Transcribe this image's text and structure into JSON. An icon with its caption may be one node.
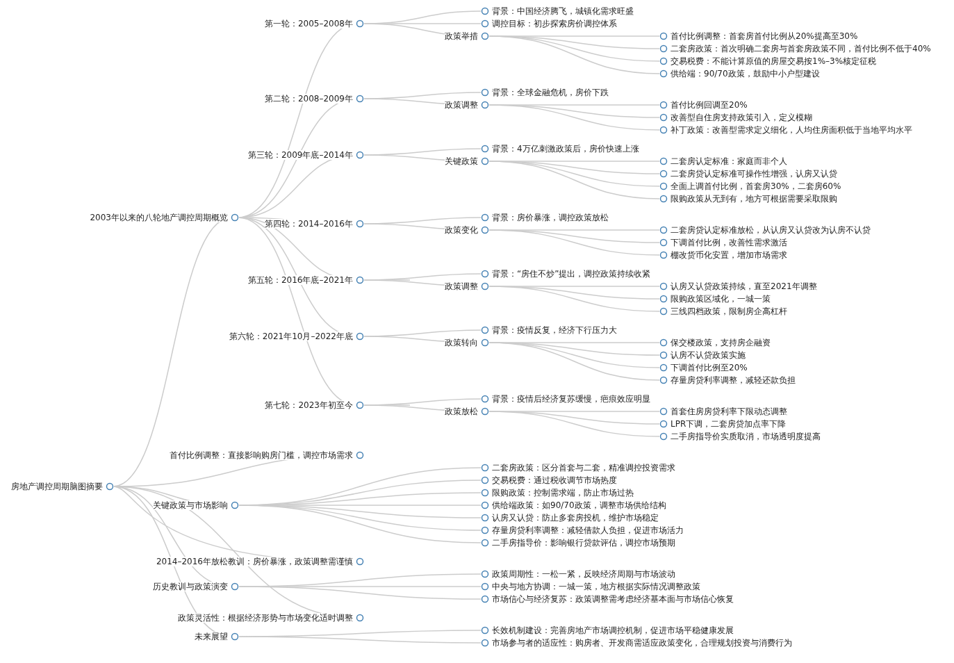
{
  "diagram": {
    "nodes": [
      {
        "text": [
          "房地产调控周期脑图摘要"
        ]
      },
      {
        "text": [
          "2003年以来的八轮地产调控周期概览"
        ]
      },
      {
        "text": [
          "第一轮：2005–2008年"
        ]
      },
      {
        "text": [
          "背景：中国经济腾飞，城镇化需求旺盛"
        ]
      },
      {
        "text": [
          "调控目标：初步探索房价调控体系"
        ]
      },
      {
        "text": [
          "政策举措"
        ]
      },
      {
        "text": [
          "首付比例调整：首套房首付比例从20%提高至30%"
        ]
      },
      {
        "text": [
          "二套房政策：首次明确二套房与首套房政策不同，首付比例不低于40%"
        ]
      },
      {
        "text": [
          "交易税费：不能计算原值的房屋交易按1%–3%核定征税"
        ]
      },
      {
        "text": [
          "供给端：90/70政策，鼓励中小户型建设"
        ]
      },
      {
        "text": [
          "第二轮：2008–2009年"
        ]
      },
      {
        "text": [
          "背景：全球金融危机，房价下跌"
        ]
      },
      {
        "text": [
          "政策调整"
        ]
      },
      {
        "text": [
          "首付比例回调至20%"
        ]
      },
      {
        "text": [
          "改善型自住房支持政策引入，定义模糊"
        ]
      },
      {
        "text": [
          "补丁政策：改善型需求定义细化，人均住房面积低于当地平均水平"
        ]
      },
      {
        "text": [
          "第三轮：2009年底–2014年"
        ]
      },
      {
        "text": [
          "背景：4万亿刺激政策后，房价快速上涨"
        ]
      },
      {
        "text": [
          "关键政策"
        ]
      },
      {
        "text": [
          "二套房认定标准：家庭而非个人"
        ]
      },
      {
        "text": [
          "二套房贷认定标准可操作性增强，认房又认贷"
        ]
      },
      {
        "text": [
          "全面上调首付比例，首套房30%，二套房60%"
        ]
      },
      {
        "text": [
          "限购政策从无到有，地方可根据需要采取限购"
        ]
      },
      {
        "text": [
          "第四轮：2014–2016年"
        ]
      },
      {
        "text": [
          "背景：房价暴涨，调控政策放松"
        ]
      },
      {
        "text": [
          "政策变化"
        ]
      },
      {
        "text": [
          "二套房贷认定标准放松，从认房又认贷改为认房不认贷"
        ]
      },
      {
        "text": [
          "下调首付比例，改善性需求激活"
        ]
      },
      {
        "text": [
          "棚改货币化安置，增加市场需求"
        ]
      },
      {
        "text": [
          "第五轮：2016年底–2021年"
        ]
      },
      {
        "text": [
          "背景：“房住不炒”提出，调控政策持续收紧"
        ]
      },
      {
        "text": [
          "政策调整"
        ]
      },
      {
        "text": [
          "认房又认贷政策持续，直至2021年调整"
        ]
      },
      {
        "text": [
          "限购政策区域化，一城一策"
        ]
      },
      {
        "text": [
          "三线四档政策，限制房企高杠杆"
        ]
      },
      {
        "text": [
          "第六轮：2021年10月–2022年底"
        ]
      },
      {
        "text": [
          "背景：疫情反复，经济下行压力大"
        ]
      },
      {
        "text": [
          "政策转向"
        ]
      },
      {
        "text": [
          "保交楼政策，支持房企融资"
        ]
      },
      {
        "text": [
          "认房不认贷政策实施"
        ]
      },
      {
        "text": [
          "下调首付比例至20%"
        ]
      },
      {
        "text": [
          "存量房贷利率调整，减轻还款负担"
        ]
      },
      {
        "text": [
          "第七轮：2023年初至今"
        ]
      },
      {
        "text": [
          "背景：疫情后经济复苏缓慢，疤痕效应明显"
        ]
      },
      {
        "text": [
          "政策放松"
        ]
      },
      {
        "text": [
          "首套住房房贷利率下限动态调整"
        ]
      },
      {
        "text": [
          "LPR下调，二套房贷加点率下降"
        ]
      },
      {
        "text": [
          "二手房指导价实质取消，市场透明度提高"
        ]
      },
      {
        "text": [
          "首付比例调整：直接影响购房门槛，调控市场需求"
        ]
      },
      {
        "text": [
          "关键政策与市场影响"
        ]
      },
      {
        "text": [
          "二套房政策：区分首套与二套，精准调控投资需求"
        ]
      },
      {
        "text": [
          "交易税费：通过税收调节市场热度"
        ]
      },
      {
        "text": [
          "限购政策：控制需求端，防止市场过热"
        ]
      },
      {
        "text": [
          "供给端政策：如90/70政策，调整市场供给结构"
        ]
      },
      {
        "text": [
          "认房又认贷：防止多套房投机，维护市场稳定"
        ]
      },
      {
        "text": [
          "存量房贷利率调整：减轻借款人负担，促进市场活力"
        ]
      },
      {
        "text": [
          "二手房指导价：影响银行贷款评估，调控市场预期"
        ]
      },
      {
        "text": [
          "2014–2016年放松教训：房价暴涨，政策调整需谨慎"
        ]
      },
      {
        "text": [
          "历史教训与政策演变"
        ]
      },
      {
        "text": [
          "政策周期性：一松一紧，反映经济周期与市场波动"
        ]
      },
      {
        "text": [
          "中央与地方协调：一城一策，地方根据实际情况调整政策"
        ]
      },
      {
        "text": [
          "市场信心与经济复苏：政策调整需考虑经济基本面与市场信心恢复"
        ]
      },
      {
        "text": [
          "政策灵活性：根据经济形势与市场变化适时调整"
        ]
      },
      {
        "text": [
          "未来展望"
        ]
      },
      {
        "text": [
          "长效机制建设：完善房地产市场调控机制，促进市场平稳健康发展"
        ]
      },
      {
        "text": [
          "市场参与者的适应性：购房者、开发商需适应政策变化，合理规划投资与消费行为"
        ]
      }
    ],
    "edges": [
      {
        "from": 0,
        "to": 1,
        "arrow": "none"
      },
      {
        "from": 0,
        "to": 48,
        "arrow": "none"
      },
      {
        "from": 0,
        "to": 49,
        "arrow": "none"
      },
      {
        "from": 0,
        "to": 57,
        "arrow": "none"
      },
      {
        "from": 0,
        "to": 58,
        "arrow": "none"
      },
      {
        "from": 0,
        "to": 62,
        "arrow": "none"
      },
      {
        "from": 0,
        "to": 63,
        "arrow": "none"
      },
      {
        "from": 1,
        "to": 2,
        "arrow": "none"
      },
      {
        "from": 1,
        "to": 10,
        "arrow": "none"
      },
      {
        "from": 1,
        "to": 16,
        "arrow": "none"
      },
      {
        "from": 1,
        "to": 23,
        "arrow": "none"
      },
      {
        "from": 1,
        "to": 29,
        "arrow": "none"
      },
      {
        "from": 1,
        "to": 35,
        "arrow": "none"
      },
      {
        "from": 1,
        "to": 42,
        "arrow": "none"
      },
      {
        "from": 2,
        "to": 3,
        "arrow": "none"
      },
      {
        "from": 2,
        "to": 4,
        "arrow": "none"
      },
      {
        "from": 2,
        "to": 5,
        "arrow": "none"
      },
      {
        "from": 5,
        "to": 6,
        "arrow": "none"
      },
      {
        "from": 5,
        "to": 7,
        "arrow": "none"
      },
      {
        "from": 5,
        "to": 8,
        "arrow": "none"
      },
      {
        "from": 5,
        "to": 9,
        "arrow": "none"
      },
      {
        "from": 10,
        "to": 11,
        "arrow": "none"
      },
      {
        "from": 10,
        "to": 12,
        "arrow": "none"
      },
      {
        "from": 12,
        "to": 13,
        "arrow": "none"
      },
      {
        "from": 12,
        "to": 14,
        "arrow": "none"
      },
      {
        "from": 12,
        "to": 15,
        "arrow": "none"
      },
      {
        "from": 16,
        "to": 17,
        "arrow": "none"
      },
      {
        "from": 16,
        "to": 18,
        "arrow": "none"
      },
      {
        "from": 18,
        "to": 19,
        "arrow": "none"
      },
      {
        "from": 18,
        "to": 20,
        "arrow": "none"
      },
      {
        "from": 18,
        "to": 21,
        "arrow": "none"
      },
      {
        "from": 18,
        "to": 22,
        "arrow": "none"
      },
      {
        "from": 23,
        "to": 24,
        "arrow": "none"
      },
      {
        "from": 23,
        "to": 25,
        "arrow": "none"
      },
      {
        "from": 25,
        "to": 26,
        "arrow": "none"
      },
      {
        "from": 25,
        "to": 27,
        "arrow": "none"
      },
      {
        "from": 25,
        "to": 28,
        "arrow": "none"
      },
      {
        "from": 29,
        "to": 30,
        "arrow": "none"
      },
      {
        "from": 29,
        "to": 31,
        "arrow": "none"
      },
      {
        "from": 29,
        "to": null,
        "arrow": "none"
      },
      {
        "from": 31,
        "to": 32,
        "arrow": "none"
      },
      {
        "from": 31,
        "to": 33,
        "arrow": "none"
      },
      {
        "from": 31,
        "to": 34,
        "arrow": "none"
      },
      {
        "from": 35,
        "to": 36,
        "arrow": "none"
      },
      {
        "from": 35,
        "to": 37,
        "arrow": "none"
      },
      {
        "from": 37,
        "to": 38,
        "arrow": "none"
      },
      {
        "from": 37,
        "to": 39,
        "arrow": "none"
      },
      {
        "from": 37,
        "to": 40,
        "arrow": "none"
      },
      {
        "from": 37,
        "to": 41,
        "arrow": "none"
      },
      {
        "from": 42,
        "to": 43,
        "arrow": "none"
      },
      {
        "from": 42,
        "to": 44,
        "arrow": "none"
      },
      {
        "from": 42,
        "to": null,
        "arrow": "none"
      },
      {
        "from": 44,
        "to": 45,
        "arrow": "none"
      },
      {
        "from": 44,
        "to": 46,
        "arrow": "none"
      },
      {
        "from": 44,
        "to": 47,
        "arrow": "none"
      },
      {
        "from": 49,
        "to": 50,
        "arrow": "none"
      },
      {
        "from": 49,
        "to": 51,
        "arrow": "none"
      },
      {
        "from": 49,
        "to": 52,
        "arrow": "none"
      },
      {
        "from": 49,
        "to": 53,
        "arrow": "none"
      },
      {
        "from": 49,
        "to": 54,
        "arrow": "none"
      },
      {
        "from": 49,
        "to": 55,
        "arrow": "none"
      },
      {
        "from": 49,
        "to": 56,
        "arrow": "none"
      },
      {
        "from": 58,
        "to": 59,
        "arrow": "none"
      },
      {
        "from": 58,
        "to": 60,
        "arrow": "none"
      },
      {
        "from": 58,
        "to": 61,
        "arrow": "none"
      },
      {
        "from": 63,
        "to": 64,
        "arrow": "none"
      },
      {
        "from": 63,
        "to": 65,
        "arrow": "none"
      }
    ]
  }
}
